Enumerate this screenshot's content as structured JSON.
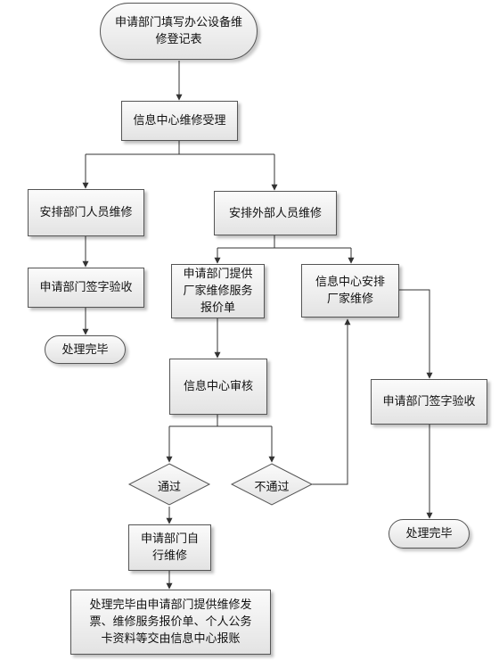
{
  "nodes": {
    "start": "申请部门填写办公设备维\n修登记表",
    "accept": "信息中心维修受理",
    "internal_repair": "安排部门人员维修",
    "external_repair": "安排外部人员维修",
    "internal_signoff": "申请部门签字验收",
    "internal_done": "处理完毕",
    "vendor_quote": "申请部门提供\n厂家维修服务\n报价单",
    "arrange_vendor": "信息中心安排\n厂家维修",
    "review": "信息中心审核",
    "external_signoff": "申请部门签字验收",
    "external_done": "处理完毕",
    "pass": "通过",
    "fail": "不通过",
    "self_repair": "申请部门自\n行维修",
    "reimburse": "处理完毕由申请部门提供维修发\n票、维修服务报价单、个人公务\n卡资料等交由信息中心报账"
  },
  "colors": {
    "line": "#333333",
    "border": "#555555",
    "fill_top": "#fbfbfb",
    "fill_bottom": "#e3e3e3"
  }
}
